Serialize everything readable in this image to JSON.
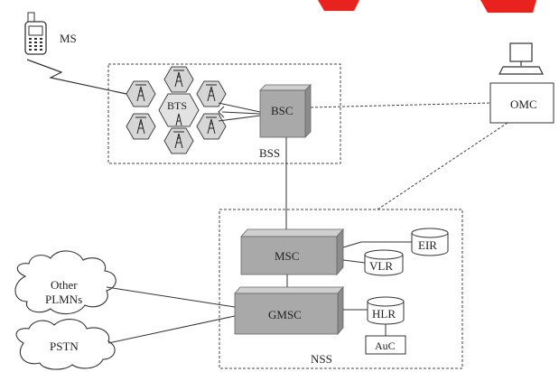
{
  "diagram": {
    "labels": {
      "ms": "MS",
      "bts": "BTS",
      "bsc": "BSC",
      "bss": "BSS",
      "omc": "OMC",
      "msc": "MSC",
      "gmsc": "GMSC",
      "eir": "EIR",
      "vlr": "VLR",
      "hlr": "HLR",
      "auc": "AuC",
      "nss": "NSS",
      "other_plmns_line1": "Other",
      "other_plmns_line2": "PLMNs",
      "pstn": "PSTN"
    },
    "colors": {
      "accent_red": "#e8231f",
      "box_gray": "#a9a9a9",
      "box_gray_top": "#cfcfcf",
      "box_gray_side": "#8c8c8c",
      "hex_fill": "#d6d6d6"
    }
  }
}
